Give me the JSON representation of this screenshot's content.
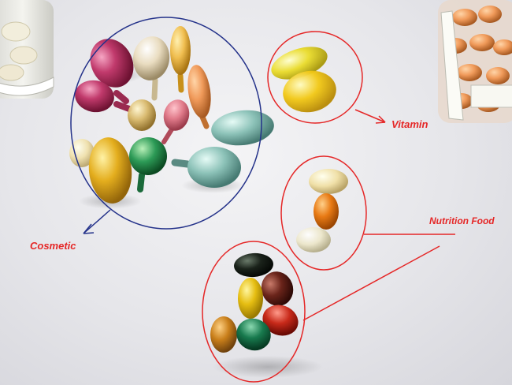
{
  "annotations": {
    "vitamin": "Vitamin",
    "cosmetic": "Cosmetic",
    "nutrition": "Nutrition Food"
  },
  "colors": {
    "circle_cosmetic": "#24328a",
    "circle_red": "#e52727",
    "background": "#ececef"
  }
}
